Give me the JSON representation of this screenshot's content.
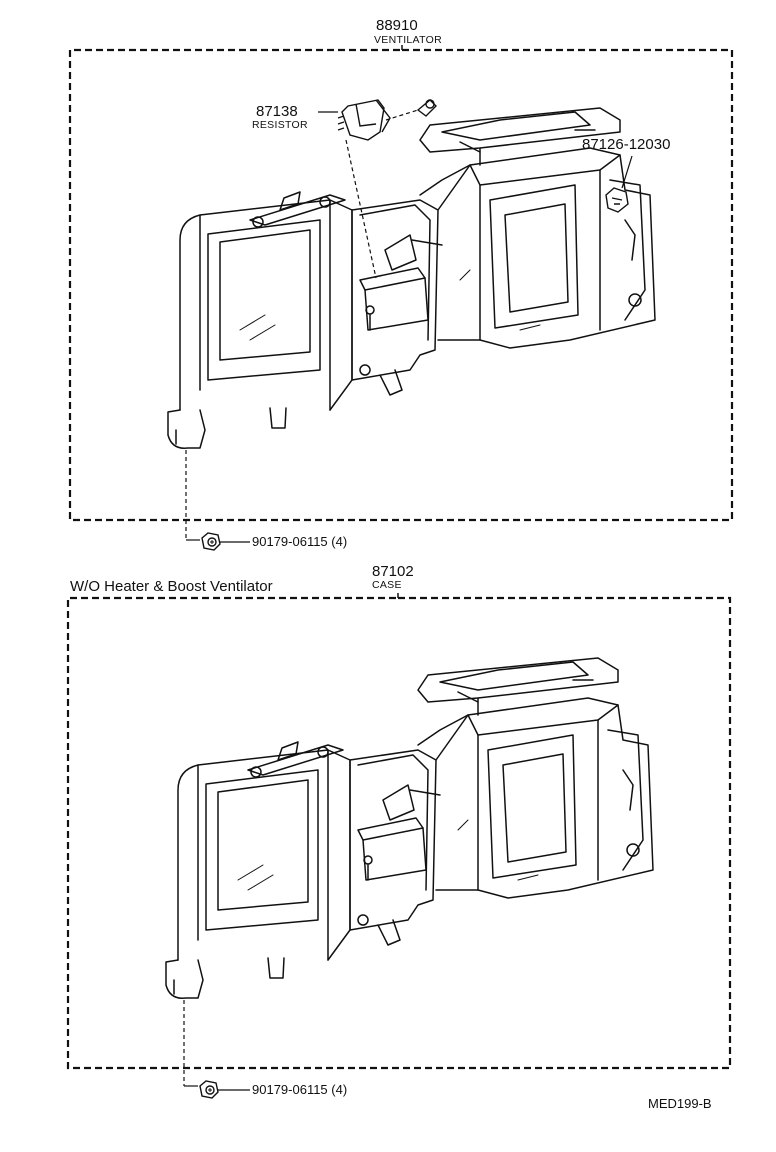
{
  "top_box": {
    "part_number": "88910",
    "part_name": "VENTILATOR",
    "resistor": {
      "part_number": "87138",
      "part_name": "RESISTOR"
    },
    "clip_part": "87126-12030",
    "screw_part": "90179-06115 (4)"
  },
  "bottom_box": {
    "note": "W/O Heater & Boost Ventilator",
    "part_number": "87102",
    "part_name": "CASE",
    "screw_part": "90179-06115 (4)"
  },
  "figure_code": "MED199-B"
}
